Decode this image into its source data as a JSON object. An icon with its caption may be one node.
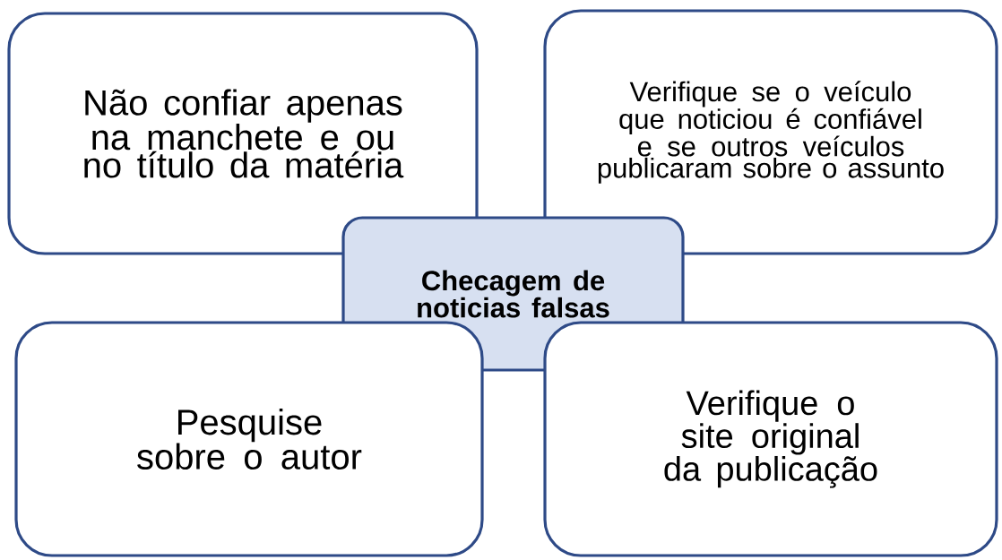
{
  "diagram": {
    "nodes": [
      {
        "text": [
          "Não confiar apenas na manchete e ou no título da matéria"
        ]
      },
      {
        "text": [
          "Verifique se o veículo que noticiou é confiável e se outros veículos publicaram sobre o assunto"
        ]
      },
      {
        "text": [
          "Checagem de noticias falsas"
        ]
      },
      {
        "text": [
          "Pesquise sobre o autor"
        ]
      },
      {
        "text": [
          "Verifique o site original da publicação"
        ]
      }
    ]
  }
}
